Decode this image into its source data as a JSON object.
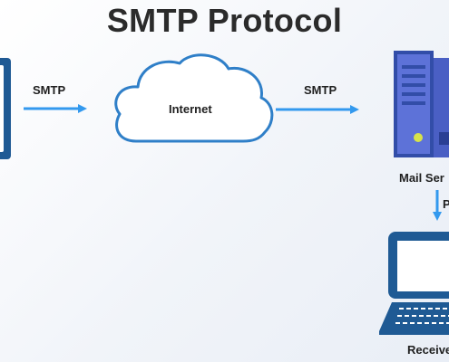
{
  "diagram": {
    "title": "SMTP Protocol",
    "arrow_labels": {
      "left": "SMTP",
      "right": "SMTP",
      "down": "P"
    },
    "nodes": {
      "cloud": "Internet",
      "mail_server": "Mail Ser",
      "receiver": "Receive"
    }
  },
  "colors": {
    "arrow": "#3399ee",
    "device_blue": "#1f5a94",
    "cloud_stroke": "#2f7fc8",
    "server_panel": "#5d72d8",
    "server_dark": "#324da8",
    "indicator": "#d7e34a",
    "title": "#2b2b2b"
  }
}
